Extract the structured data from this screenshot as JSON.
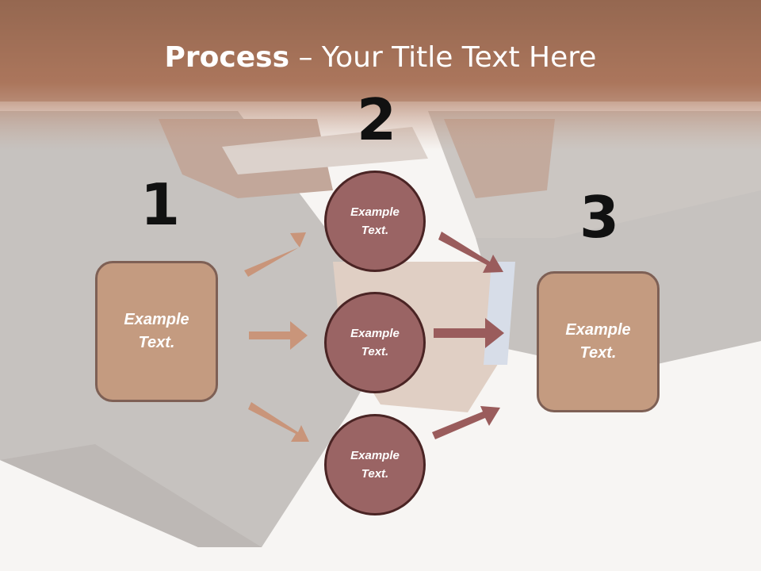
{
  "title": {
    "bold": "Process",
    "rest": " – Your Title Text Here"
  },
  "steps": {
    "one": {
      "number": "1",
      "text": "Example\nText."
    },
    "two": {
      "number": "2",
      "circles": [
        "Example\nText.",
        "Example\nText.",
        "Example\nText."
      ]
    },
    "three": {
      "number": "3",
      "text": "Example\nText."
    }
  },
  "colors": {
    "header": "#a8735a",
    "box_fill": "#c49b80",
    "circle_fill": "#9a6464",
    "arrow_left": "#c9957a",
    "arrow_right": "#9a5c5c"
  }
}
